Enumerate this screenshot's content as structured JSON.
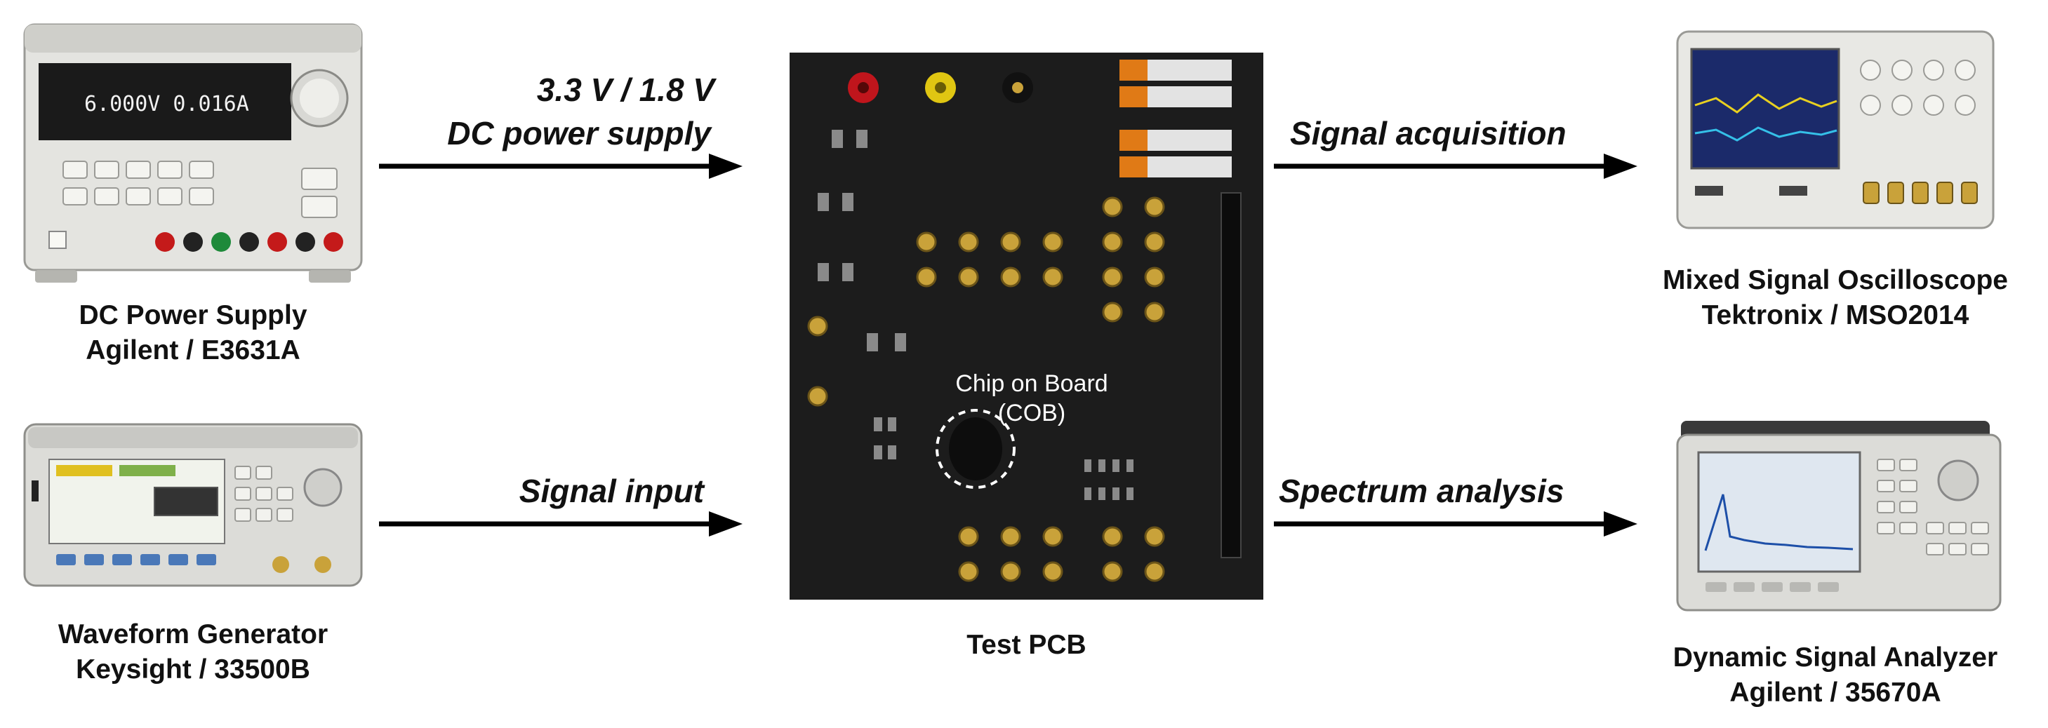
{
  "devices": {
    "power_supply": {
      "line1": "DC Power Supply",
      "line2": "Agilent / E3631A",
      "display": "6.000V  0.016A"
    },
    "waveform_generator": {
      "line1": "Waveform Generator",
      "line2": "Keysight / 33500B"
    },
    "oscilloscope": {
      "line1": "Mixed Signal Oscilloscope",
      "line2": "Tektronix / MSO2014"
    },
    "signal_analyzer": {
      "line1": "Dynamic Signal Analyzer",
      "line2": "Agilent / 35670A"
    }
  },
  "pcb": {
    "label": "Test PCB",
    "cob_line1": "Chip on Board",
    "cob_line2": "(COB)"
  },
  "arrows": {
    "power": {
      "line1": "3.3 V / 1.8 V",
      "line2": "DC power supply"
    },
    "signal_input": "Signal input",
    "signal_acquisition": "Signal acquisition",
    "spectrum_analysis": "Spectrum analysis"
  },
  "colors": {
    "text": "#111111",
    "pcb": "#1c1c1c",
    "arrow": "#000000",
    "gold": "#c9a23a"
  }
}
